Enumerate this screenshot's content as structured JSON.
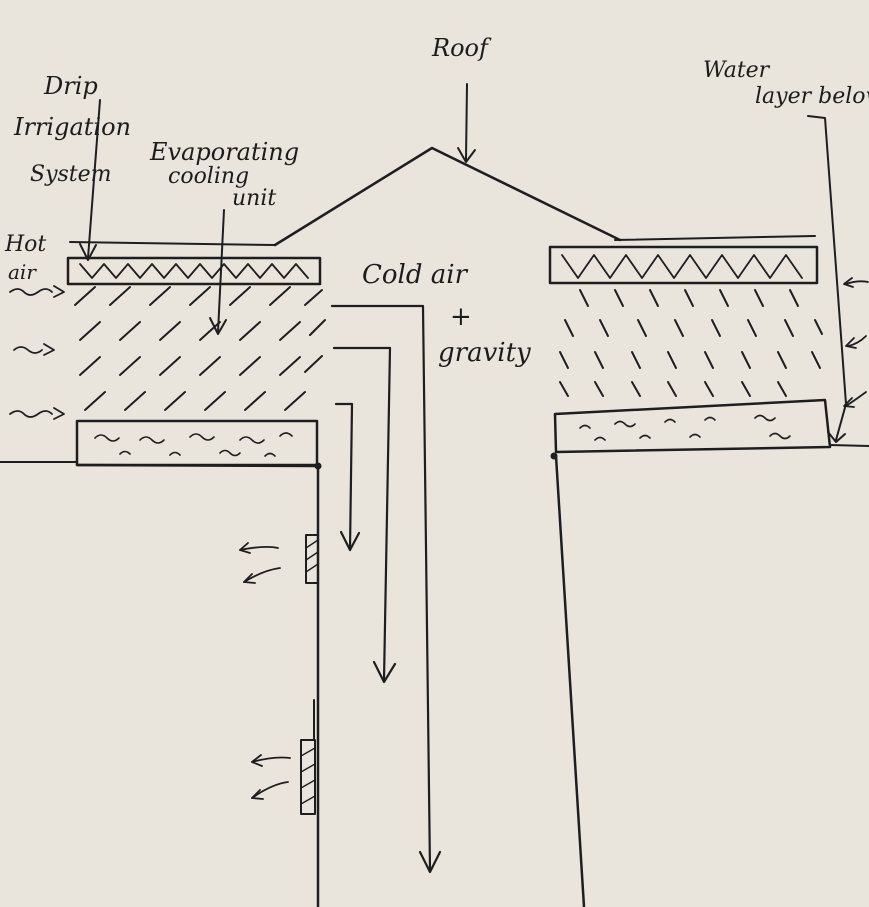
{
  "labels": {
    "roof": "Roof",
    "drip": "Drip",
    "irrigation": "Irrigation",
    "system": "System",
    "evaporating": "Evaporating",
    "cooling": "cooling",
    "unit": "unit",
    "water": "Water",
    "layer_below": "layer below",
    "hot": "Hot",
    "air": "air",
    "cold_air": "Cold air",
    "plus": "+",
    "gravity": "gravity"
  },
  "colors": {
    "paper": "#e9e5dd",
    "ink": "#1e1e1e"
  }
}
